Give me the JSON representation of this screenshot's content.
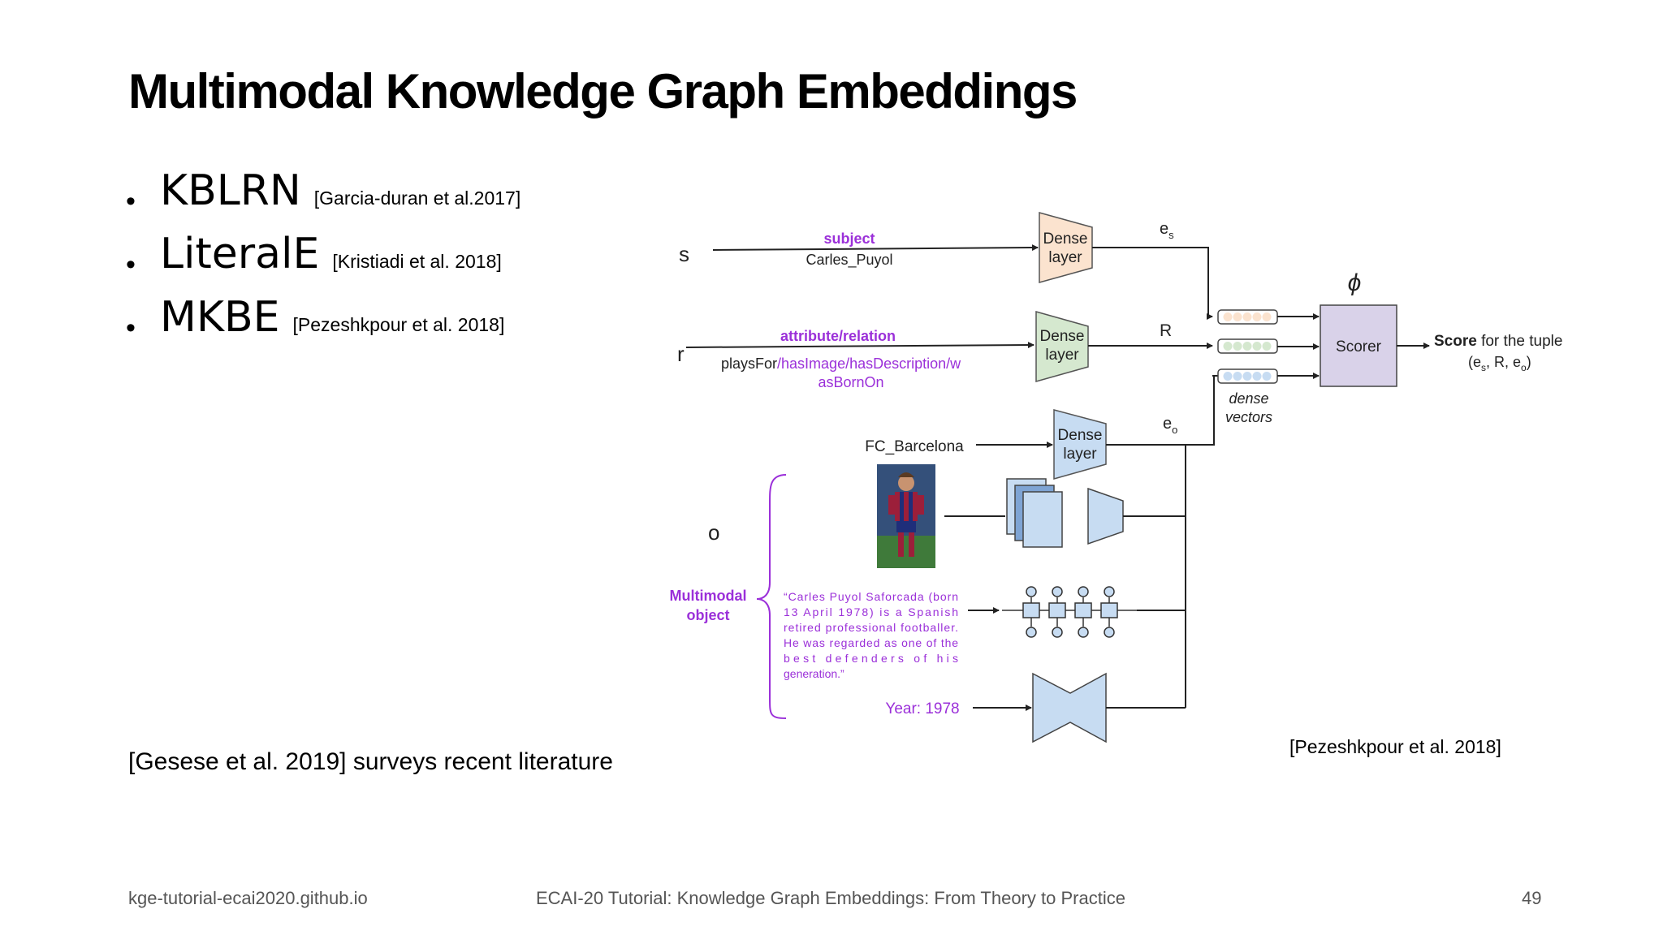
{
  "slide": {
    "title": "Multimodal Knowledge Graph Embeddings",
    "bullets": [
      {
        "name": "KBLRN",
        "ref": "[Garcia-duran et al.2017]"
      },
      {
        "name": "LiteralE",
        "ref": "[Kristiadi et al. 2018]"
      },
      {
        "name": "MKBE",
        "ref": "[Pezeshkpour et al. 2018]"
      }
    ],
    "survey": "[Gesese et al. 2019] surveys recent literature",
    "citation": "[Pezeshkpour et al. 2018]"
  },
  "diagram": {
    "s_label": "s",
    "r_label": "r",
    "o_label": "o",
    "subject_label": "subject",
    "subject_value": "Carles_Puyol",
    "relation_label": "attribute/relation",
    "relation_value_black": "playsFor",
    "relation_value_purple_line1": "/hasImage/hasDescription/w",
    "relation_value_purple_line2": "asBornOn",
    "object_value": "FC_Barcelona",
    "dense_line1": "Dense",
    "dense_line2": "layer",
    "es_base": "e",
    "es_sub": "s",
    "R_label": "R",
    "eo_base": "e",
    "eo_sub": "o",
    "phi": "ϕ",
    "scorer": "Scorer",
    "dense_vectors_line1": "dense",
    "dense_vectors_line2": "vectors",
    "score_bold": "Score",
    "score_rest": " for the tuple",
    "tuple_parts": [
      "(e",
      "s",
      ", R, e",
      "o",
      ")"
    ],
    "multimodal_line1": "Multimodal",
    "multimodal_line2": "object",
    "description_lines": [
      "“Carles Puyol Saforcada (born",
      "13 April 1978) is a Spanish",
      "retired professional footballer.",
      "He was regarded as one of the",
      "best defenders of his",
      "generation.”"
    ],
    "year_label": "Year: 1978",
    "colors": {
      "purple": "#9b30d9",
      "subject_dense": "#fbe3cf",
      "relation_dense": "#d5e8cf",
      "object_dense": "#c7dcf2",
      "scorer": "#d9d2e9",
      "image_bg": "#34507a"
    }
  },
  "footer": {
    "left": "kge-tutorial-ecai2020.github.io",
    "center": "ECAI-20 Tutorial: Knowledge Graph Embeddings: From Theory to Practice",
    "page": "49"
  }
}
